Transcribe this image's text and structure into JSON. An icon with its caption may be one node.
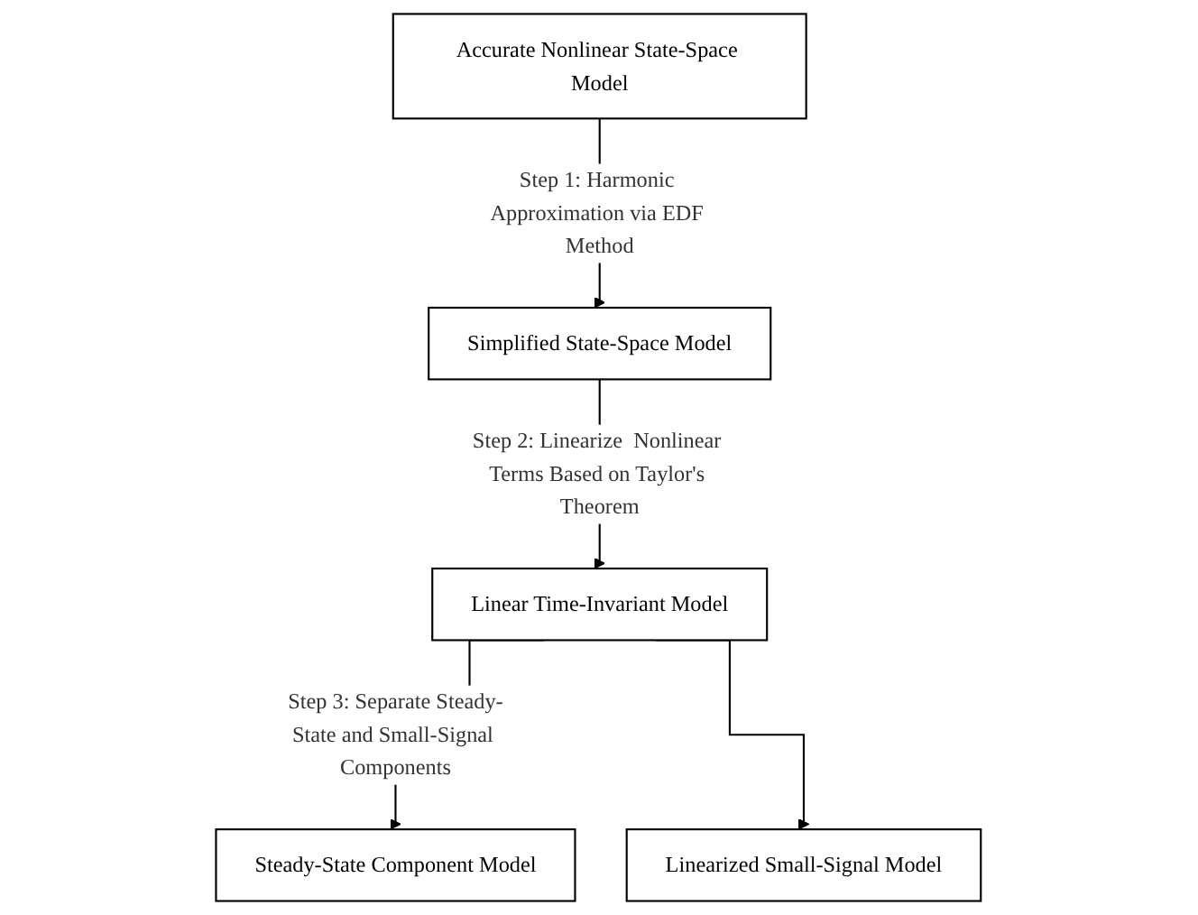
{
  "diagram": {
    "nodes": [
      {
        "text": [
          "Accurate Nonlinear State-Space Model"
        ]
      },
      {
        "text": [
          "Simplified State-Space Model"
        ]
      },
      {
        "text": [
          "Linear Time-Invariant Model"
        ]
      },
      {
        "text": [
          "Steady-State Component Model"
        ]
      },
      {
        "text": [
          "Linearized Small-Signal Model"
        ]
      }
    ],
    "edges": [
      {
        "from": 0,
        "to": 1,
        "arrow": "to",
        "label": "Step 1: Harmonic Approximation via EDF Method"
      },
      {
        "from": 1,
        "to": 2,
        "arrow": "to",
        "label": "Step 2: Linearize  Nonlinear Terms Based on Taylor's Theorem"
      },
      {
        "from": 2,
        "to": 3,
        "arrow": "to",
        "label": "Step 3: Separate Steady-State and Small-Signal Components"
      },
      {
        "from": 2,
        "to": 4,
        "arrow": "to"
      }
    ]
  }
}
